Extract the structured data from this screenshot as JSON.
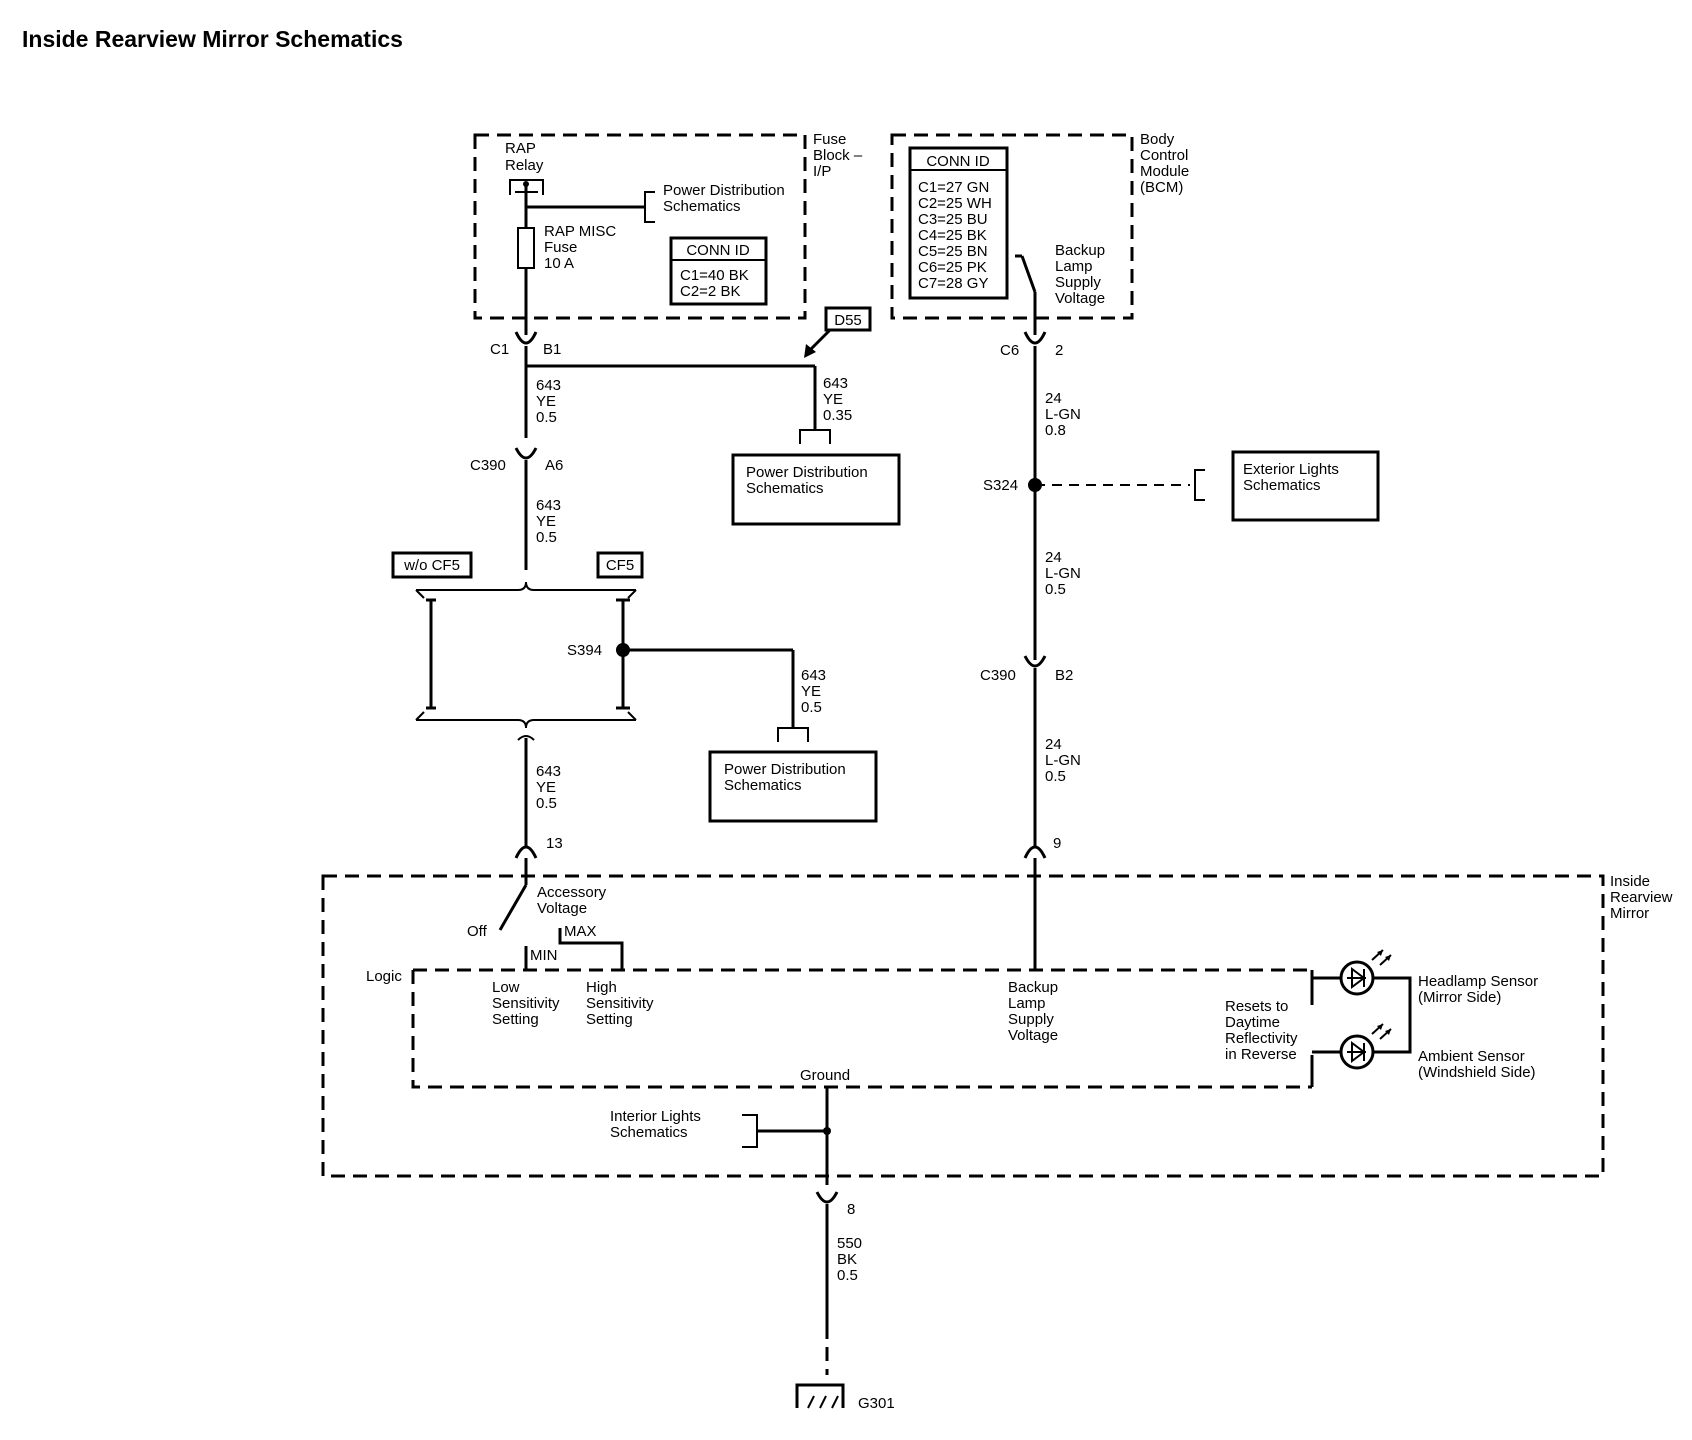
{
  "title": "Inside Rearview Mirror Schematics",
  "fuse_block": {
    "label": [
      "Fuse",
      "Block –",
      "I/P"
    ],
    "relay": [
      "RAP",
      "Relay"
    ],
    "fuse": [
      "RAP MISC",
      "Fuse",
      "10 A"
    ],
    "power_ref": [
      "Power Distribution",
      "Schematics"
    ],
    "conn_title": "CONN ID",
    "conn_rows": [
      "C1=40 BK",
      "C2=2 BK"
    ]
  },
  "bcm": {
    "label": [
      "Body",
      "Control",
      "Module",
      "(BCM)"
    ],
    "conn_title": "CONN ID",
    "conn_rows": [
      "C1=27 GN",
      "C2=25 WH",
      "C3=25 BU",
      "C4=25 BK",
      "C5=25 BN",
      "C6=25 PK",
      "C7=28 GY"
    ],
    "supply": [
      "Backup",
      "Lamp",
      "Supply",
      "Voltage"
    ]
  },
  "left_circuit": {
    "c1": "C1",
    "b1": "B1",
    "wire1": [
      "643",
      "YE",
      "0.5"
    ],
    "d55": "D55",
    "branch_wire": [
      "643",
      "YE",
      "0.35"
    ],
    "pd_ref1": [
      "Power Distribution",
      "Schematics"
    ],
    "c390": "C390",
    "a6": "A6",
    "wire2": [
      "643",
      "YE",
      "0.5"
    ],
    "wocf5": "w/o CF5",
    "cf5": "CF5",
    "s394": "S394",
    "s394_wire": [
      "643",
      "YE",
      "0.5"
    ],
    "pd_ref2": [
      "Power Distribution",
      "Schematics"
    ],
    "wire3": [
      "643",
      "YE",
      "0.5"
    ],
    "pin13": "13"
  },
  "right_circuit": {
    "c6": "C6",
    "pin2": "2",
    "wire1": [
      "24",
      "L-GN",
      "0.8"
    ],
    "s324": "S324",
    "ext_ref": [
      "Exterior Lights",
      "Schematics"
    ],
    "wire2": [
      "24",
      "L-GN",
      "0.5"
    ],
    "c390": "C390",
    "b2": "B2",
    "wire3": [
      "24",
      "L-GN",
      "0.5"
    ],
    "pin9": "9"
  },
  "mirror": {
    "label": [
      "Inside",
      "Rearview",
      "Mirror"
    ],
    "accessory": [
      "Accessory",
      "Voltage"
    ],
    "off": "Off",
    "max": "MAX",
    "min": "MIN",
    "logic": "Logic",
    "low": [
      "Low",
      "Sensitivity",
      "Setting"
    ],
    "high": [
      "High",
      "Sensitivity",
      "Setting"
    ],
    "backup": [
      "Backup",
      "Lamp",
      "Supply",
      "Voltage"
    ],
    "resets": [
      "Resets to",
      "Daytime",
      "Reflectivity",
      "in Reverse"
    ],
    "headlamp": [
      "Headlamp Sensor",
      "(Mirror Side)"
    ],
    "ambient": [
      "Ambient Sensor",
      "(Windshield Side)"
    ],
    "ground": "Ground",
    "interior_ref": [
      "Interior Lights",
      "Schematics"
    ]
  },
  "ground_circuit": {
    "pin8": "8",
    "wire": [
      "550",
      "BK",
      "0.5"
    ],
    "g301": "G301"
  }
}
